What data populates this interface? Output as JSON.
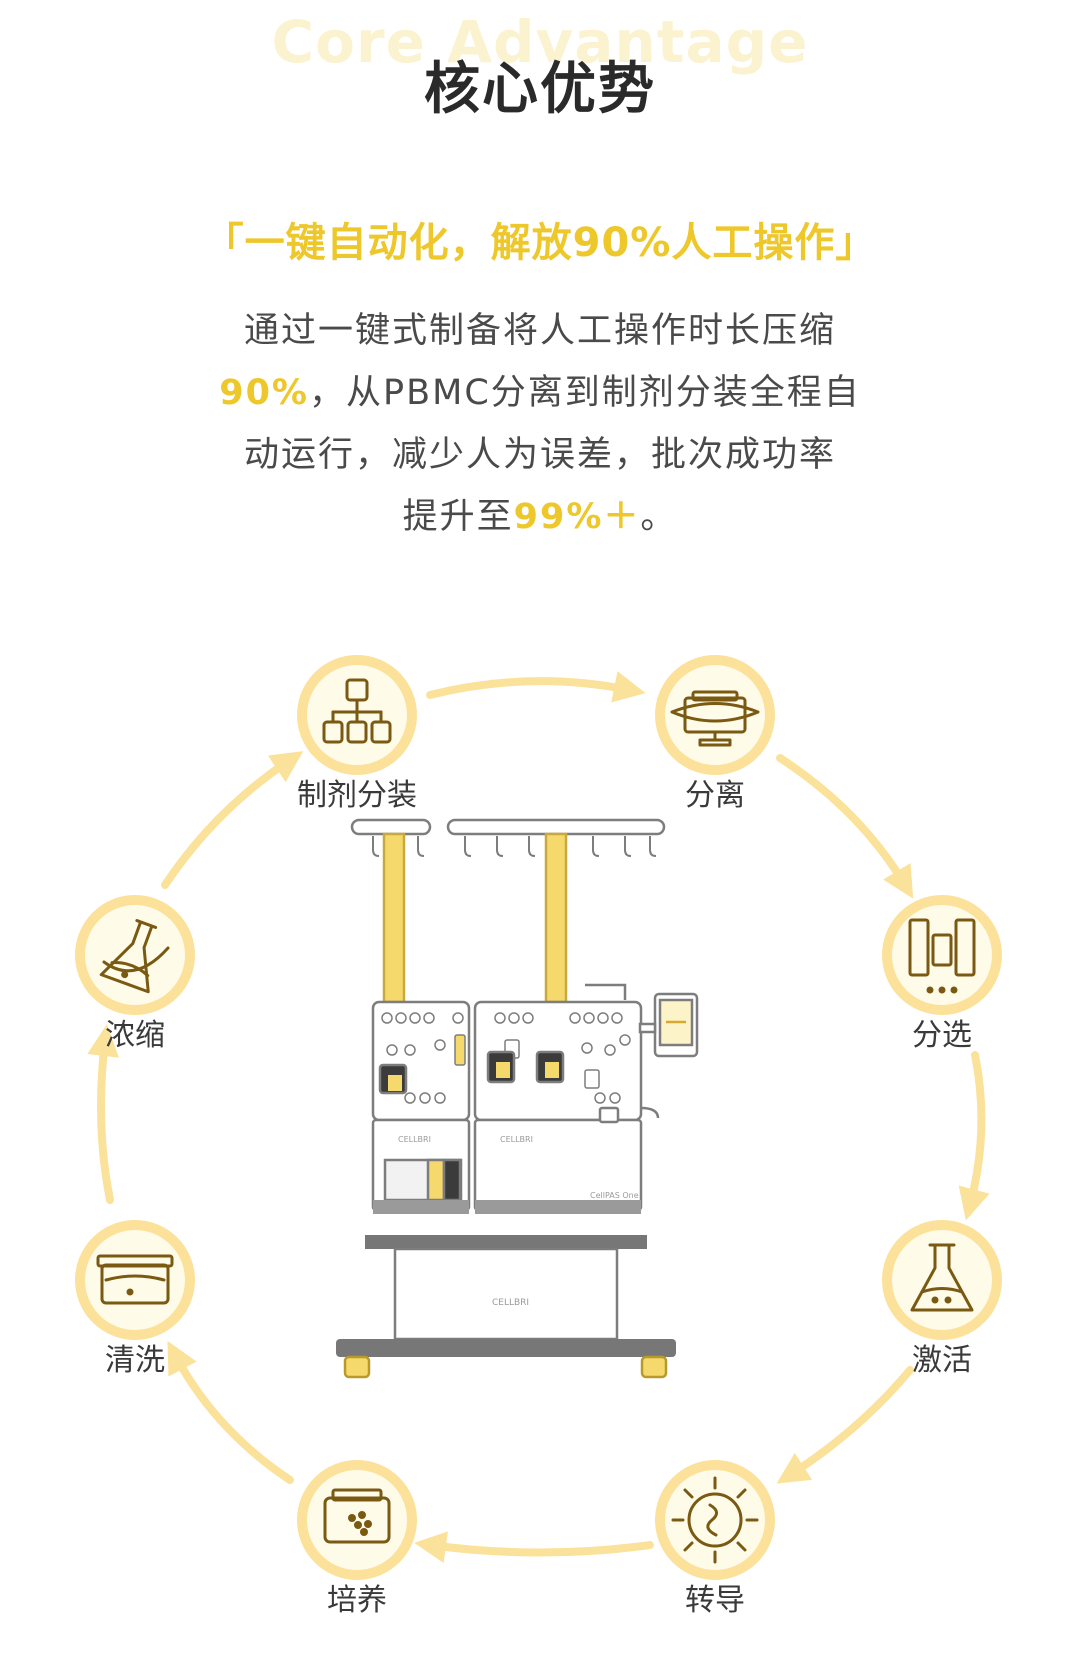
{
  "header": {
    "watermark": "Core Advantage",
    "title": "核心优势"
  },
  "slogan": "「一键自动化，解放90%人工操作」",
  "description": {
    "line1": "通过一键式制备将人工操作时长压缩",
    "line2_hl": "90%",
    "line2_rest": "，从PBMC分离到制剂分装全程自",
    "line3": "动运行，减少人为误差，批次成功率",
    "line4_pre": "提升至",
    "line4_hl": "99%＋",
    "line4_post": "。"
  },
  "process_steps": [
    {
      "label": "分离",
      "icon": "centrifuge-icon"
    },
    {
      "label": "分选",
      "icon": "magnetic-separation-icon"
    },
    {
      "label": "激活",
      "icon": "flask-icon"
    },
    {
      "label": "转导",
      "icon": "virus-icon"
    },
    {
      "label": "培养",
      "icon": "culture-dish-icon"
    },
    {
      "label": "清洗",
      "icon": "wash-container-icon"
    },
    {
      "label": "浓缩",
      "icon": "tilted-flask-icon"
    },
    {
      "label": "制剂分装",
      "icon": "dispensing-bags-icon"
    }
  ],
  "machine": {
    "brand_top_left": "CELLBRI",
    "brand_top_right": "CELLBRI",
    "model": "CellPAS One",
    "brand_base": "CELLBRI"
  },
  "colors": {
    "accent": "#eec72b",
    "ring": "#fbe7a6",
    "icon_stroke": "#7a5a12",
    "text": "#333333"
  }
}
